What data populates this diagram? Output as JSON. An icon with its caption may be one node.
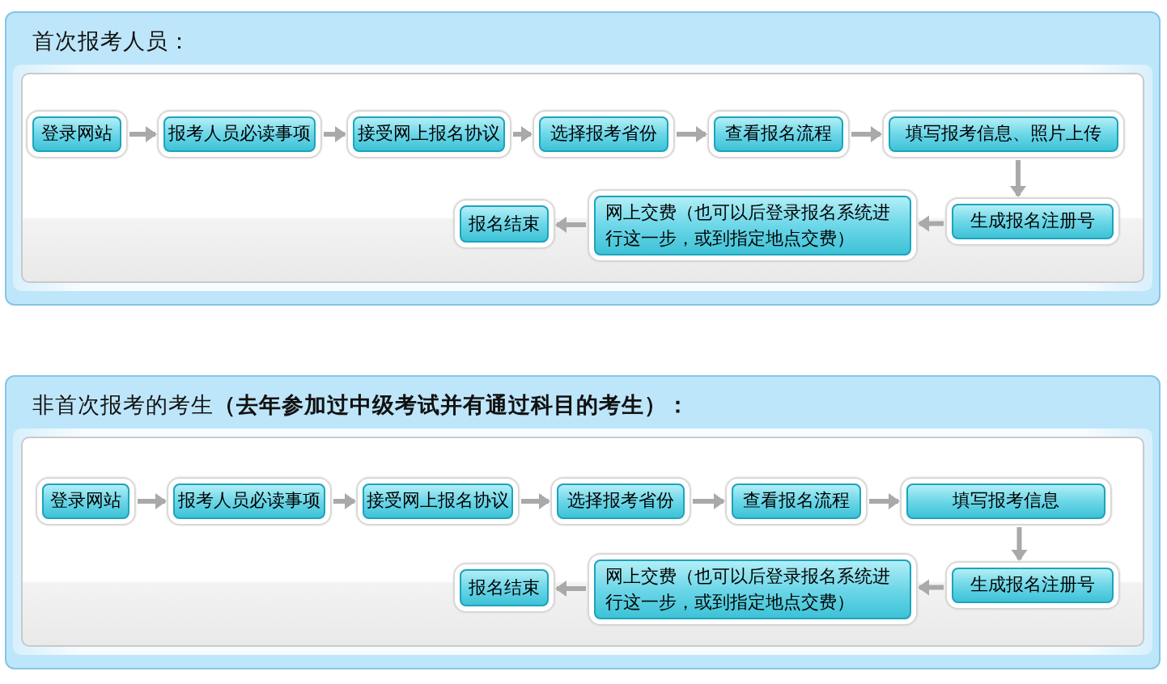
{
  "diagram": {
    "nodes": [
      {
        "text": [
          "首次报考人员："
        ]
      },
      {
        "text": [
          "登录网站"
        ],
        "in": 0
      },
      {
        "text": [
          "报考人员必读事项"
        ],
        "in": 0
      },
      {
        "text": [
          "接受网上报名协议"
        ],
        "in": 0
      },
      {
        "text": [
          "选择报考省份"
        ],
        "in": 0
      },
      {
        "text": [
          "查看报名流程"
        ],
        "in": 0
      },
      {
        "text": [
          "填写报考信息、照片上传"
        ],
        "in": 0
      },
      {
        "text": [
          "报名结束"
        ],
        "in": 0
      },
      {
        "text": [
          "网上交费（也可以后登录报名系统进行这一步，或到指定地点交费）"
        ],
        "in": 0
      },
      {
        "text": [
          "生成报名注册号"
        ],
        "in": 0
      },
      {
        "text": [
          "非首次报考的考生**（去年参加过中级考试并有通过科目的考生）：**"
        ]
      },
      {
        "text": [
          "登录网站"
        ],
        "in": 10
      },
      {
        "text": [
          "报考人员必读事项"
        ],
        "in": 10
      },
      {
        "text": [
          "接受网上报名协议"
        ],
        "in": 10
      },
      {
        "text": [
          "选择报考省份"
        ],
        "in": 10
      },
      {
        "text": [
          "查看报名流程"
        ],
        "in": 10
      },
      {
        "text": [
          "填写报考信息"
        ],
        "in": 10
      },
      {
        "text": [
          "报名结束"
        ],
        "in": 10
      },
      {
        "text": [
          "网上交费（也可以后登录报名系统进行这一步，或到指定地点交费）"
        ],
        "in": 10
      },
      {
        "text": [
          "生成报名注册号"
        ],
        "in": 10
      }
    ],
    "edges": [
      {
        "from": 1,
        "to": 2,
        "arrow": "to"
      },
      {
        "from": 2,
        "to": 3,
        "arrow": "to"
      },
      {
        "from": 3,
        "to": 4,
        "arrow": "to"
      },
      {
        "from": 4,
        "to": 5,
        "arrow": "to"
      },
      {
        "from": 5,
        "to": 6,
        "arrow": "to"
      },
      {
        "from": 6,
        "to": 9,
        "arrow": "to"
      },
      {
        "from": 9,
        "to": 8,
        "arrow": "to"
      },
      {
        "from": 8,
        "to": 7,
        "arrow": "to"
      },
      {
        "from": 11,
        "to": 12,
        "arrow": "to"
      },
      {
        "from": 12,
        "to": 13,
        "arrow": "to"
      },
      {
        "from": 13,
        "to": 14,
        "arrow": "to"
      },
      {
        "from": 14,
        "to": 15,
        "arrow": "to"
      },
      {
        "from": 15,
        "to": 16,
        "arrow": "to"
      },
      {
        "from": 16,
        "to": 19,
        "arrow": "to"
      },
      {
        "from": 19,
        "to": 18,
        "arrow": "to"
      },
      {
        "from": 18,
        "to": 17,
        "arrow": "to"
      }
    ]
  }
}
